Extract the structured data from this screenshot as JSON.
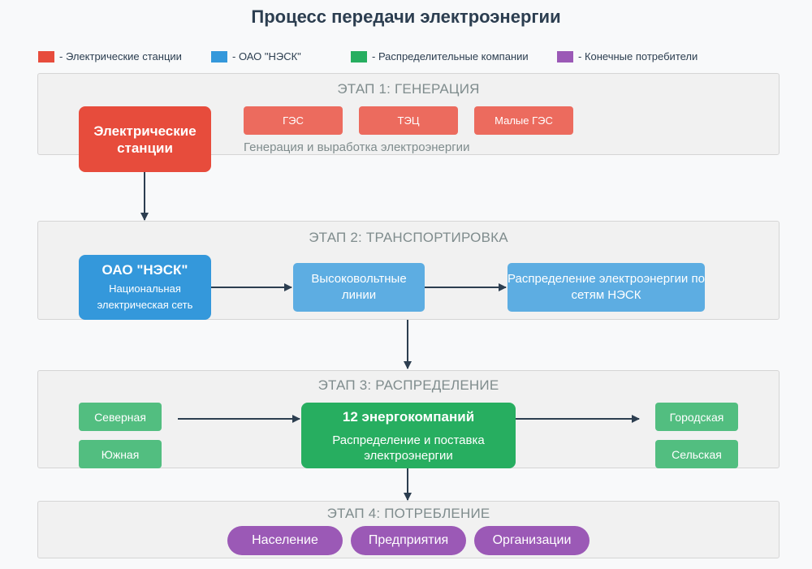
{
  "title": "Процесс передачи электроэнергии",
  "legend": [
    {
      "label": "- Электрические станции",
      "color": "#e74c3c"
    },
    {
      "label": "- ОАО \"НЭСК\"",
      "color": "#3498db"
    },
    {
      "label": "- Распределительные компании",
      "color": "#27ae60"
    },
    {
      "label": "- Конечные потребители",
      "color": "#9b59b6"
    }
  ],
  "stage1": {
    "label": "ЭТАП 1: ГЕНЕРАЦИЯ",
    "main": "Электрические станции",
    "sources": [
      "ГЭС",
      "ТЭЦ",
      "Малые ГЭС"
    ],
    "description": "Генерация и выработка электроэнергии"
  },
  "stage2": {
    "label": "ЭТАП 2: ТРАНСПОРТИРОВКА",
    "main_title": "ОАО \"НЭСК\"",
    "main_subtitle": "Национальная электрическая сеть",
    "lines": "Высоковольтные линии",
    "distribution": "Распределение электроэнергии по сетям НЭСК"
  },
  "stage3": {
    "label": "ЭТАП 3: РАСПРЕДЕЛЕНИЕ",
    "left": [
      "Северная",
      "Южная"
    ],
    "main_title": "12 энергокомпаний",
    "main_subtitle": "Распределение и поставка электроэнергии",
    "right": [
      "Городская",
      "Сельская"
    ]
  },
  "stage4": {
    "label": "ЭТАП 4: ПОТРЕБЛЕНИЕ",
    "consumers": [
      "Население",
      "Предприятия",
      "Организации"
    ]
  }
}
